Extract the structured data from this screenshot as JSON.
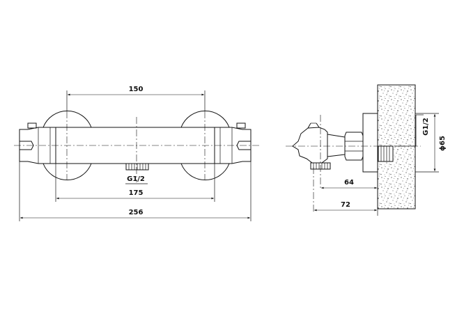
{
  "front_view": {
    "dim_top": "150",
    "dim_mid": "175",
    "dim_bottom": "256",
    "inlet_label": "G1/2"
  },
  "side_view": {
    "dim_64": "64",
    "dim_72": "72",
    "thread_label": "G1/2",
    "diameter_label": "ϕ65"
  }
}
